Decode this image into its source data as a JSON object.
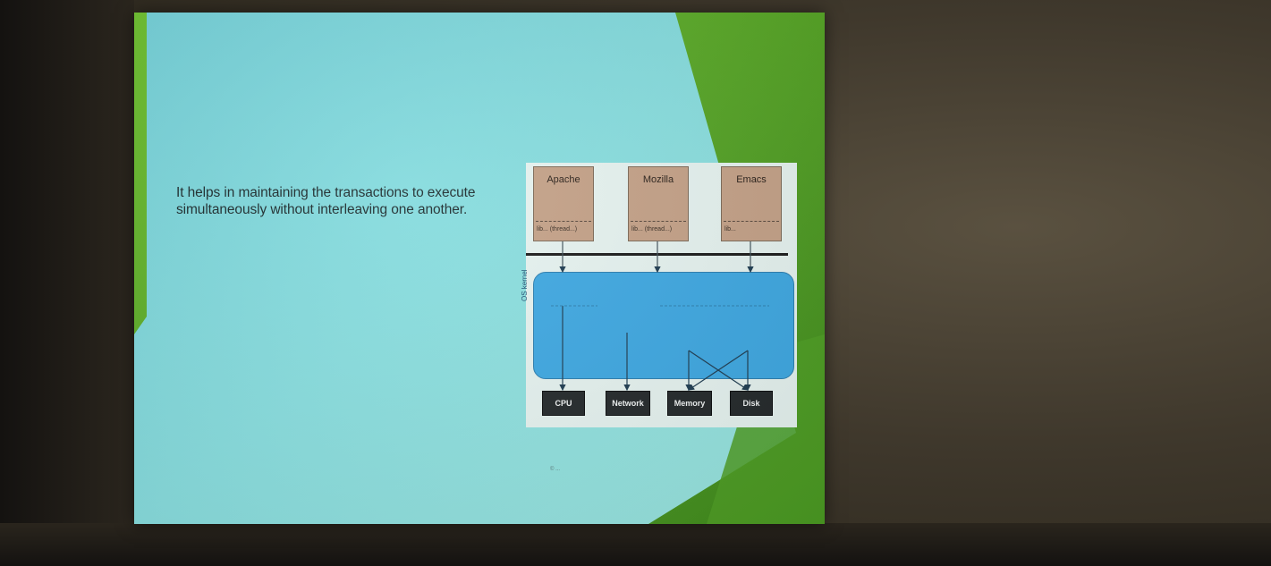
{
  "slide": {
    "text": "It helps in maintaining the transactions to execute simultaneously without interleaving one another.",
    "footer": "© ..."
  },
  "diagram": {
    "apps": [
      {
        "name": "Apache",
        "lib": "lib... (thread...)"
      },
      {
        "name": "Mozilla",
        "lib": "lib... (thread...)"
      },
      {
        "name": "Emacs",
        "lib": "lib..."
      }
    ],
    "kernel_label": "OS kernel",
    "hardware": [
      "CPU",
      "Network",
      "Memory",
      "Disk"
    ]
  },
  "colors": {
    "slide_bg": "#7fd6dc",
    "green_accent": "#58a826",
    "kernel": "#3ea8e2",
    "app_box": "#c4a187",
    "hw_box": "#24292b"
  }
}
